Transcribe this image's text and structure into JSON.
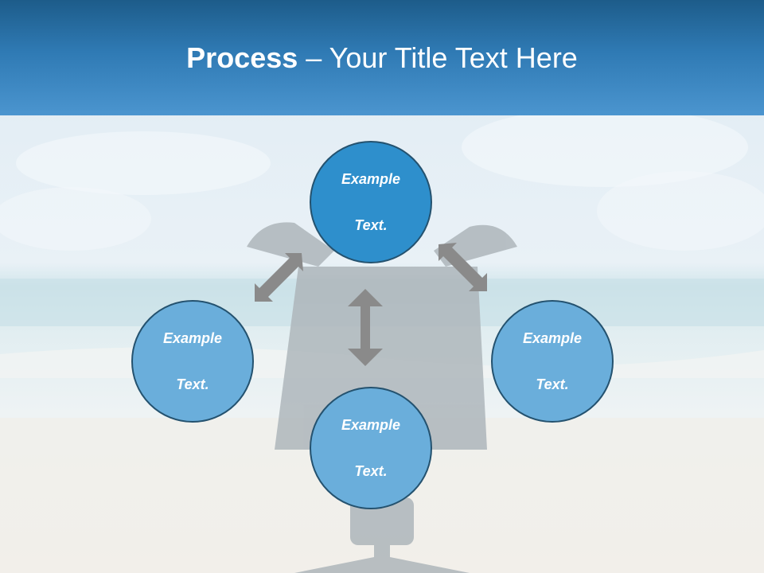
{
  "slide": {
    "title_bold": "Process",
    "title_rest": " – Your Title Text Here"
  },
  "diagram": {
    "nodes": [
      {
        "id": "top",
        "line1": "Example",
        "line2": "Text."
      },
      {
        "id": "left",
        "line1": "Example",
        "line2": "Text."
      },
      {
        "id": "right",
        "line1": "Example",
        "line2": "Text."
      },
      {
        "id": "bottom",
        "line1": "Example",
        "line2": "Text."
      }
    ]
  },
  "colors": {
    "header_dark": "#1d5c8a",
    "header_light": "#4b95cf",
    "node_primary": "#2e8fcc",
    "node_secondary": "#6aaedb",
    "node_border": "#24526f",
    "arrow": "#8a8a8a"
  },
  "icons": {
    "background": "beach-businessman-photo",
    "connectors": "double-headed-arrow"
  }
}
